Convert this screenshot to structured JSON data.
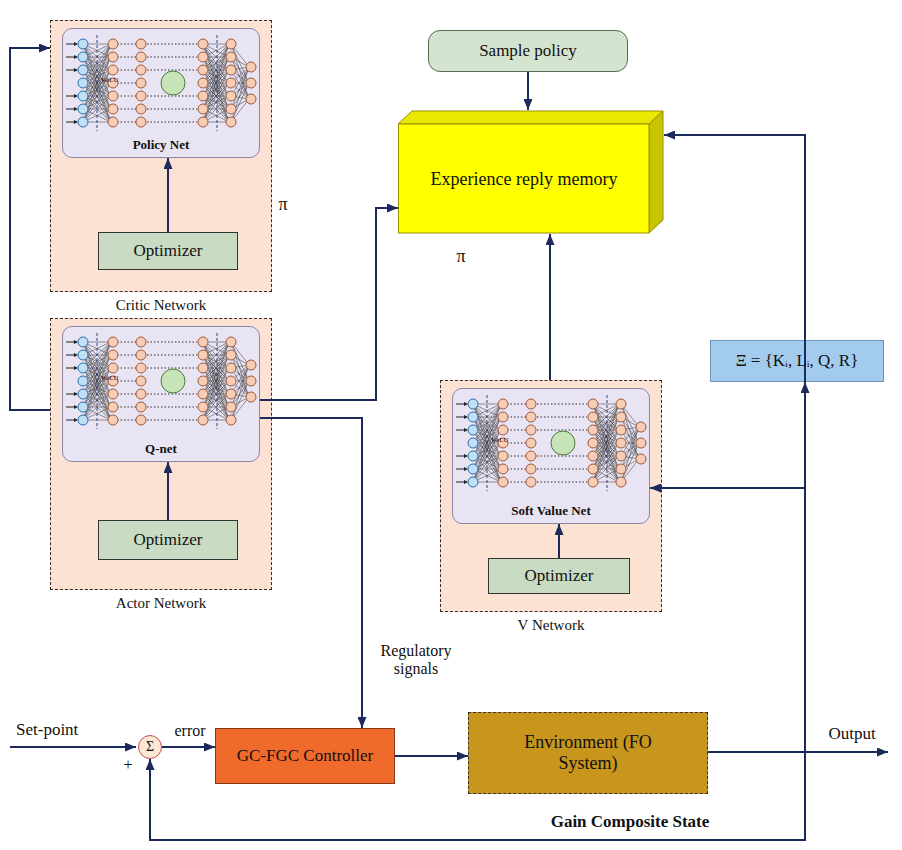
{
  "diagram": {
    "nodes": [
      {
        "text": [
          "Sample policy"
        ]
      },
      {
        "text": [
          "Critic Network"
        ]
      },
      {
        "text": [
          "Policy Net"
        ],
        "in": 1
      },
      {
        "text": [
          "Optimizer"
        ],
        "in": 1
      },
      {
        "text": [
          "Experience reply memory"
        ]
      },
      {
        "text": [
          "Actor Network"
        ]
      },
      {
        "text": [
          "Q-net"
        ],
        "in": 5
      },
      {
        "text": [
          "Optimizer"
        ],
        "in": 5
      },
      {
        "text": [
          "V Network"
        ]
      },
      {
        "text": [
          "Soft Value Net"
        ],
        "in": 8
      },
      {
        "text": [
          "Optimizer"
        ],
        "in": 8
      },
      {
        "text": [
          "Ξ = {Kᵢ, Lᵢ, Q, R}"
        ]
      },
      {
        "text": [
          "Σ"
        ]
      },
      {
        "text": [
          "GC-FGC Controller"
        ]
      },
      {
        "text": [
          "Environment (FO System)"
        ]
      }
    ],
    "edges": [
      {
        "from": 0,
        "to": 4,
        "arrow": "to"
      },
      {
        "from": 3,
        "to": 2,
        "arrow": "to"
      },
      {
        "from": 7,
        "to": 6,
        "arrow": "to"
      },
      {
        "from": 10,
        "to": 9,
        "arrow": "to"
      },
      {
        "from": 5,
        "to": 1,
        "arrow": "to"
      },
      {
        "from": 6,
        "to": 4,
        "label": "π",
        "arrow": "to"
      },
      {
        "from": 8,
        "to": 4,
        "label": "π",
        "arrow": "to"
      },
      {
        "from": 11,
        "to": 4,
        "arrow": "to"
      },
      {
        "from": 11,
        "to": 9,
        "arrow": "to"
      },
      {
        "from": 14,
        "to": 11,
        "arrow": "to"
      },
      {
        "from": 14,
        "to": 12,
        "arrow": "to"
      },
      {
        "from": 6,
        "to": 13,
        "label": "Regulatory signals",
        "arrow": "to"
      },
      {
        "from": 12,
        "to": 13,
        "label": "error",
        "arrow": "to"
      },
      {
        "from": 13,
        "to": 14,
        "arrow": "to"
      }
    ],
    "labels": [
      "ReLU",
      "ReLU",
      "ReLU",
      "Set-point",
      "+",
      "Output",
      "Gain Composite State"
    ]
  }
}
